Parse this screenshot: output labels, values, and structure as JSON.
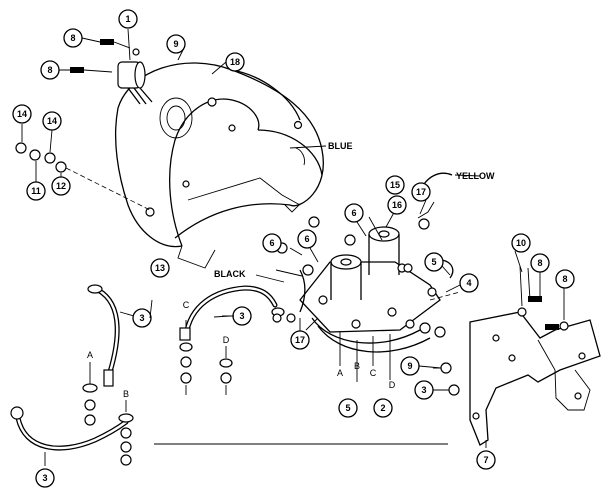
{
  "wire_labels": {
    "blue": "BLUE",
    "yellow": "YELLOW",
    "black": "BLACK"
  },
  "callouts": {
    "c1": "1",
    "c2": "2",
    "c3a": "3",
    "c3b": "3",
    "c3c": "3",
    "c3d": "3",
    "c4": "4",
    "c5a": "5",
    "c5b": "5",
    "c6a": "6",
    "c6b": "6",
    "c6c": "6",
    "c7": "7",
    "c8a": "8",
    "c8b": "8",
    "c8c": "8",
    "c9a": "9",
    "c9b": "9",
    "c10": "10",
    "c11": "11",
    "c12": "12",
    "c13": "13",
    "c14a": "14",
    "c14b": "14",
    "c15": "15",
    "c16": "16",
    "c17a": "17",
    "c17b": "17",
    "c18": "18"
  },
  "terminal_letters": {
    "a_left": "A",
    "b_left": "B",
    "c_cable": "C",
    "d_cable": "D",
    "a_sol": "A",
    "b_sol": "B",
    "c_sol": "C",
    "d_sol": "D"
  }
}
